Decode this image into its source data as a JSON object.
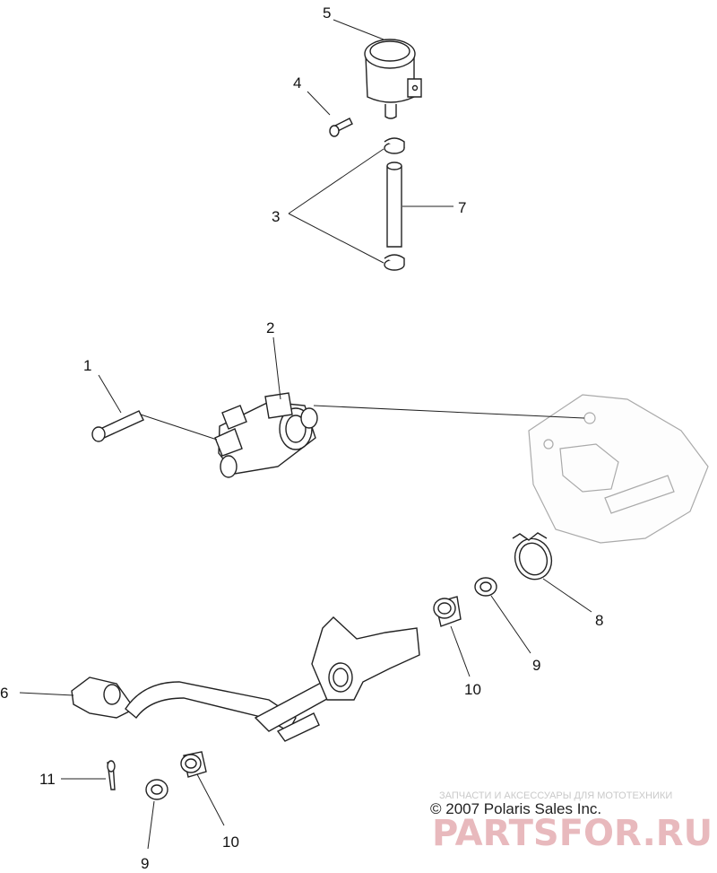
{
  "callouts": [
    {
      "id": "c5",
      "label": "5"
    },
    {
      "id": "c4",
      "label": "4"
    },
    {
      "id": "c3",
      "label": "3"
    },
    {
      "id": "c7",
      "label": "7"
    },
    {
      "id": "c2",
      "label": "2"
    },
    {
      "id": "c1",
      "label": "1"
    },
    {
      "id": "c8",
      "label": "8"
    },
    {
      "id": "c9a",
      "label": "9"
    },
    {
      "id": "c10a",
      "label": "10"
    },
    {
      "id": "c6",
      "label": "6"
    },
    {
      "id": "c11",
      "label": "11"
    },
    {
      "id": "c9b",
      "label": "9"
    },
    {
      "id": "c10b",
      "label": "10"
    }
  ],
  "copyright": "© 2007 Polaris Sales Inc.",
  "watermark": {
    "tagline": "ЗАПЧАСТИ И АКСЕССУАРЫ ДЛЯ МОТОТЕХНИКИ",
    "logo": "PARTSFOR.RU"
  }
}
